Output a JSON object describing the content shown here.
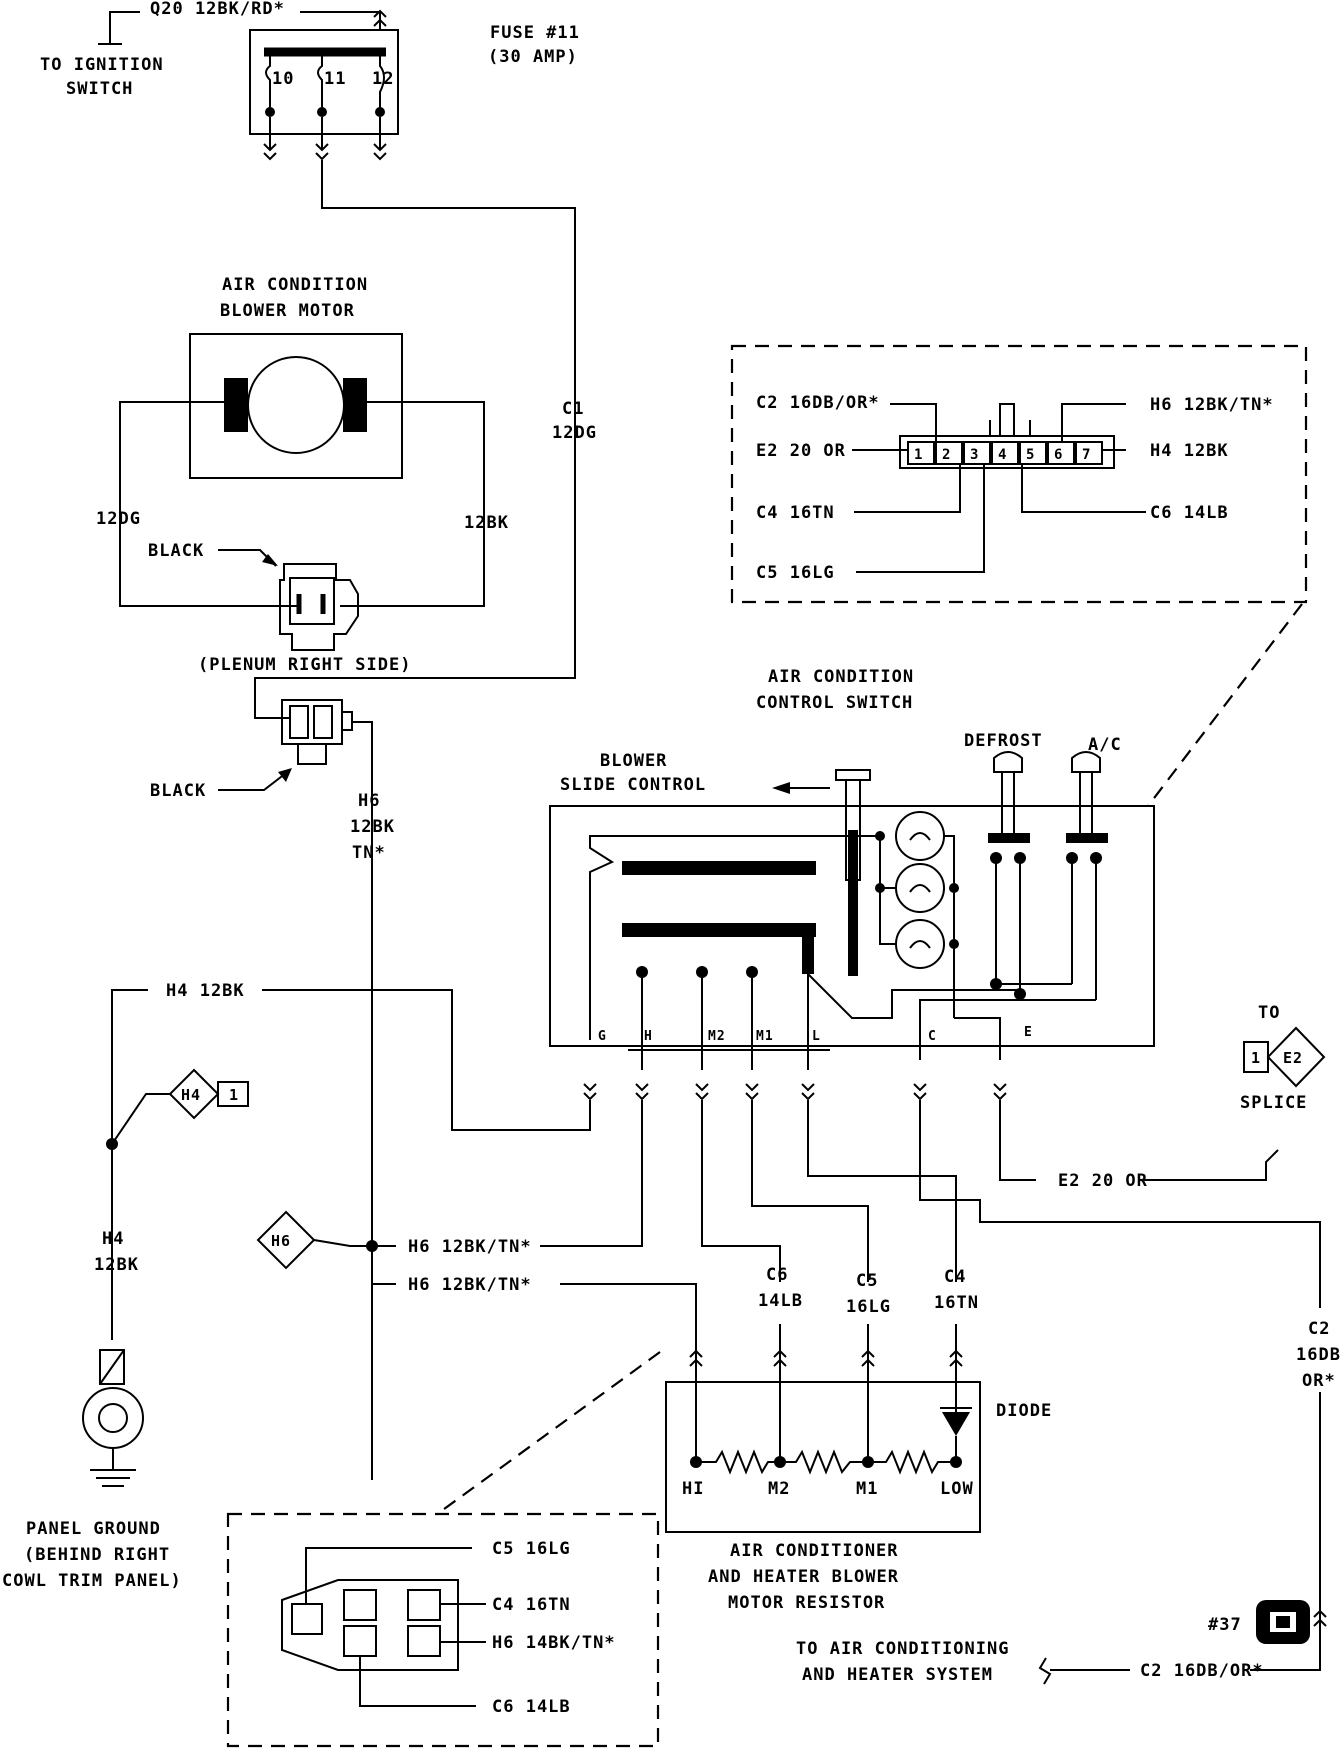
{
  "labels": {
    "q20": "Q20 12BK/RD*",
    "to_ignition_1": "TO IGNITION",
    "to_ignition_2": "SWITCH",
    "fuse_1": "FUSE #11",
    "fuse_2": "(30 AMP)",
    "fuse_pin_10": "10",
    "fuse_pin_11": "11",
    "fuse_pin_12": "12",
    "blower_motor_1": "AIR CONDITION",
    "blower_motor_2": "BLOWER MOTOR",
    "wire_12dg": "12DG",
    "wire_12bk": "12BK",
    "black_1": "BLACK",
    "plenum": "(PLENUM RIGHT SIDE)",
    "black_2": "BLACK",
    "c1_1": "C1",
    "c1_2": "12DG",
    "h6_v_1": "H6",
    "h6_v_2": "12BK",
    "h6_v_3": "TN*",
    "conn_c2": "C2 16DB/OR*",
    "conn_e2": "E2 20 OR",
    "conn_c4": "C4 16TN",
    "conn_c5": "C5 16LG",
    "conn_h6": "H6 12BK/TN*",
    "conn_h4": "H4 12BK",
    "conn_c6": "C6 14LB",
    "conn_pins": [
      "1",
      "2",
      "3",
      "4",
      "5",
      "6",
      "7"
    ],
    "ac_switch_1": "AIR CONDITION",
    "ac_switch_2": "CONTROL SWITCH",
    "blower_slide_1": "BLOWER",
    "blower_slide_2": "SLIDE CONTROL",
    "defrost": "DEFROST",
    "ac": "A/C",
    "term_g": "G",
    "term_h": "H",
    "term_m2": "M2",
    "term_m1": "M1",
    "term_l": "L",
    "term_c": "C",
    "term_e": "E",
    "to": "TO",
    "splice": "SPLICE",
    "e2_badge": "E2",
    "e2_num": "1",
    "h4_top": "H4 12BK",
    "h4_badge": "H4",
    "h4_num": "1",
    "e2_wire": "E2 20 OR",
    "h4_v_1": "H4",
    "h4_v_2": "12BK",
    "h6_badge": "H6",
    "h6_wire_1": "H6 12BK/TN*",
    "h6_wire_2": "H6 12BK/TN*",
    "c6_1": "C6",
    "c6_2": "14LB",
    "c5_1": "C5",
    "c5_2": "16LG",
    "c4_1": "C4",
    "c4_2": "16TN",
    "c2_1": "C2",
    "c2_2": "16DB",
    "c2_3": "OR*",
    "diode": "DIODE",
    "res_hi": "HI",
    "res_m2": "M2",
    "res_m1": "M1",
    "res_low": "LOW",
    "resistor_1": "AIR CONDITIONER",
    "resistor_2": "AND HEATER BLOWER",
    "resistor_3": "MOTOR RESISTOR",
    "panel_ground_1": "PANEL GROUND",
    "panel_ground_2": "(BEHIND RIGHT",
    "panel_ground_3": "COWL TRIM PANEL)",
    "res_conn_c5": "C5 16LG",
    "res_conn_c4": "C4 16TN",
    "res_conn_h6": "H6 14BK/TN*",
    "res_conn_c6": "C6 14LB",
    "num37": "#37",
    "to_ac_1": "TO AIR CONDITIONING",
    "to_ac_2": "AND HEATER SYSTEM",
    "c2_bottom": "C2 16DB/OR*"
  }
}
